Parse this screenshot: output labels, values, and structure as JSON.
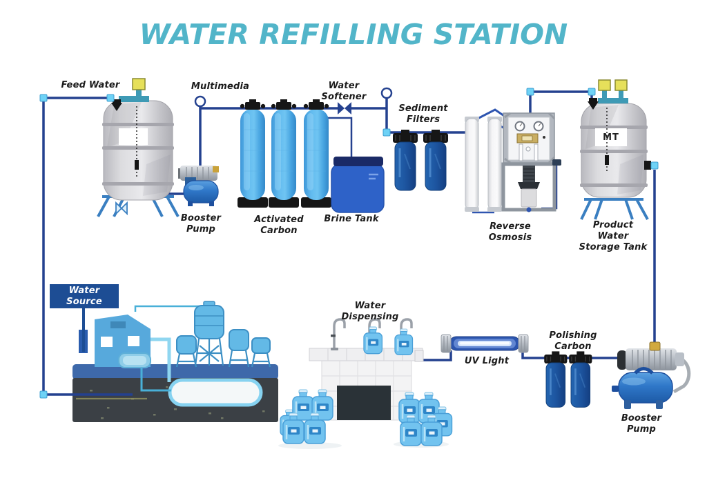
{
  "title": "WATER REFILLING STATION",
  "labels": {
    "feed_water": "Feed Water",
    "booster_pump_top": "Booster\nPump",
    "multimedia": "Multimedia",
    "activated_carbon": "Activated\nCarbon",
    "water_softener": "Water Softener",
    "brine_tank": "Brine Tank",
    "sediment_filters": "Sediment\nFilters",
    "reverse_osmosis": "Reverse Osmosis",
    "product_water_storage_tank": "Product Water\nStorage Tank",
    "water_source": "Water Source",
    "water_dispensing": "Water Dispensing",
    "uv_light": "UV Light",
    "polishing_carbon": "Polishing Carbon",
    "booster_pump_bottom": "Booster\nPump",
    "storage_tank_marking": "MT"
  },
  "colors": {
    "title_accent": "#52b5c9",
    "pipe": "#24418f",
    "connector": "#6ed2f6",
    "cylinder_blue": "#46a7e5",
    "filter_blue": "#1d55a0",
    "brine_blue": "#2e62c8",
    "brine_lid": "#1a2a66",
    "source_box_blue": "#1d4d94",
    "uv_casing_blue": "#2c55ae",
    "pump_tank_blue": "#2f77c8",
    "tank_gray": "#d3d3d7",
    "ground_blue": "#3e69aa",
    "soil_gray": "#3b4045",
    "sensor_yellow": "#e6e05a"
  }
}
